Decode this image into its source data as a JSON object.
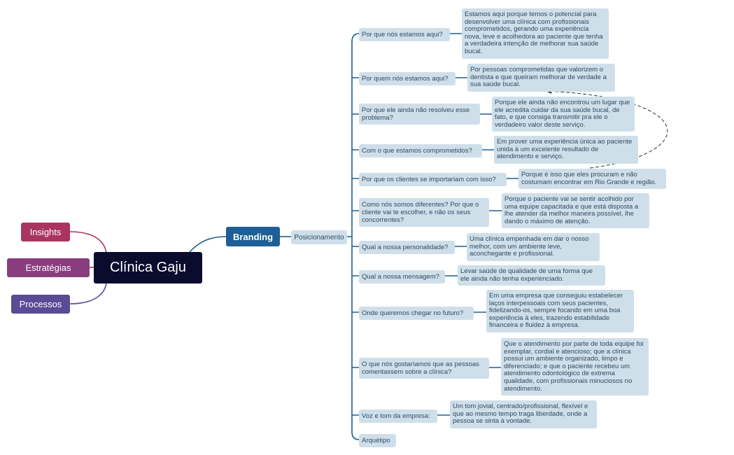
{
  "colors": {
    "root_bg": "#0b0b2e",
    "insights": "#a8345f",
    "estrategias": "#8a3d7e",
    "processos": "#5b4a96",
    "branding": "#1d5f96",
    "line": "#1d5f96",
    "subtopic_bg": "#cfdfea",
    "subtopic_text": "#2d4a63"
  },
  "root": {
    "label": "Clínica Gaju"
  },
  "left_topics": [
    {
      "label": "Insights"
    },
    {
      "label": "Estratégias"
    },
    {
      "label": "Processos"
    }
  ],
  "branding": {
    "label": "Branding"
  },
  "posicionamento": {
    "label": "Posicionamento"
  },
  "items": [
    {
      "question": "Por que nós estamos aqui?",
      "answer": "Estamos aqui porque temos o potencial para desenvolver uma clínica com profissionais comprometidos, gerando uma experiência nova, leve e acolhedora ao paciente que tenha a verdadeira intenção de melhorar sua saúde bucal."
    },
    {
      "question": "Por quem nós estamos aqui?",
      "answer": "Por pessoas comprometidas que valorizem o dentista e que queiram melhorar de verdade a sua saúde bucal."
    },
    {
      "question": "Por que ele ainda não resolveu esse problema?",
      "answer": "Porque ele ainda não encontrou um lugar que ele acredita cuidar da sua saúde bucal, de fato, e que consiga transmitir pra ele o verdadeiro valor deste serviço."
    },
    {
      "question": "Com o que estamos comprometidos?",
      "answer": "Em prover uma experiência única ao paciente unida à um excelente resultado de atendimento e serviço."
    },
    {
      "question": "Por que os clientes se importariam com isso?",
      "answer": "Porque é isso que eles procuram e não costumam encontrar em Rio Grande e região."
    },
    {
      "question": "Como nós somos diferentes? Por que o cliente vai te escolher, e não os seus concorrentes?",
      "answer": "Porque o paciente vai se sentir acolhido por uma equipe capacitada e que está disposta a lhe atender da melhor maneira possível, lhe dando o máximo de atenção."
    },
    {
      "question": "Qual a nossa personalidade?",
      "answer": "Uma clínica empenhada em dar o nosso melhor, com um ambiente leve, aconchegante e profissional."
    },
    {
      "question": "Qual a nossa mensagem?",
      "answer": "Levar saúde de qualidade de uma forma que ele ainda não tenha experienciado."
    },
    {
      "question": "Onde queremos chegar no futuro?",
      "answer": "Em uma empresa que conseguiu estabelecer laços interpessoais com seus pacientes, fidelizando-os, sempre focando em uma boa experiência à eles, trazendo estabilidade financeira e fluidez à empresa."
    },
    {
      "question": "O que nós gostaríamos que as pessoas comentassem sobre a clínica?",
      "answer": "Que o atendimento por parte de toda equipe foi exemplar, cordial e atencioso; que a clínica possui um ambiente organizado, limpo e diferenciado; e que o paciente recebeu um atendimento odontológico de extrema qualidade, com profissionais minuciosos no atendimento."
    },
    {
      "question": "Voz e tom da empresa:",
      "answer": "Um tom jovial, centrado/profissional, flexível e que ao mesmo tempo traga liberdade, onde a pessoa se sinta à vontade."
    },
    {
      "question": "Arquétipo",
      "answer": ""
    }
  ]
}
